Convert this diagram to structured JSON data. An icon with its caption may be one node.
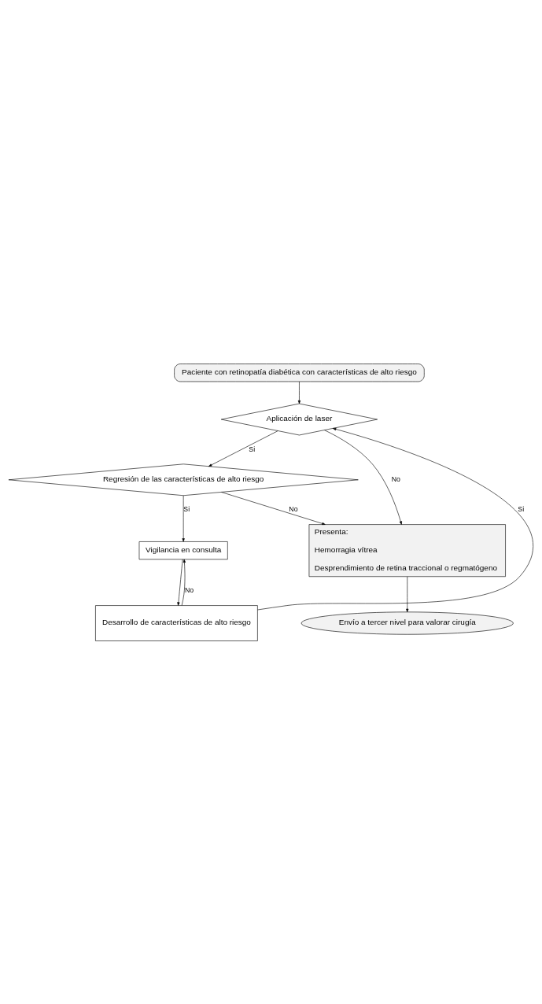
{
  "diagram": {
    "nodes": [
      {
        "text": [
          "Paciente con retinopatía diabética con características de alto riesgo"
        ]
      },
      {
        "text": [
          "Aplicación de laser"
        ]
      },
      {
        "text": [
          "Regresión de las características de alto riesgo"
        ]
      },
      {
        "text": [
          "Vigilancia en consulta"
        ]
      },
      {
        "text": [
          "Presenta:",
          "Hemorragia vítrea",
          "Desprendimiento de retina traccional o regmatógeno"
        ]
      },
      {
        "text": [
          "Desarrollo de características de alto riesgo"
        ]
      },
      {
        "text": [
          "Envío a tercer nivel para valorar cirugía"
        ]
      }
    ],
    "edges": [
      {
        "from": 0,
        "to": 1,
        "arrow": "to"
      },
      {
        "from": 1,
        "to": 2,
        "arrow": "to",
        "label": "Si"
      },
      {
        "from": 1,
        "to": 4,
        "arrow": "to",
        "label": "No"
      },
      {
        "from": 2,
        "to": 3,
        "arrow": "to",
        "label": "Si"
      },
      {
        "from": 2,
        "to": 4,
        "arrow": "to",
        "label": "No"
      },
      {
        "from": 3,
        "to": 5,
        "arrow": "to"
      },
      {
        "from": 5,
        "to": 3,
        "arrow": "to",
        "label": "No"
      },
      {
        "from": 5,
        "to": 1,
        "arrow": "to",
        "label": "Si"
      },
      {
        "from": 4,
        "to": 6,
        "arrow": "to"
      }
    ]
  }
}
